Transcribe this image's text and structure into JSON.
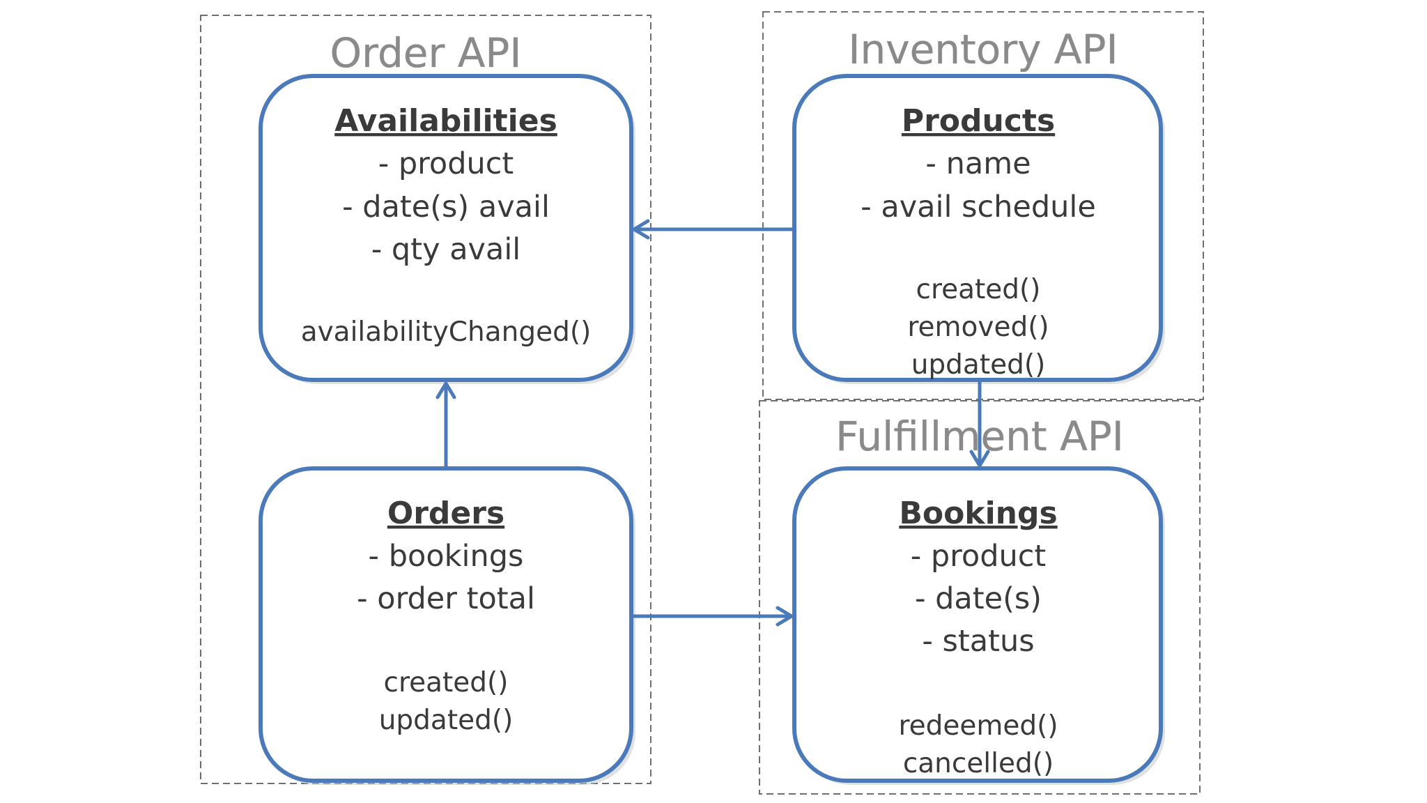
{
  "containers": {
    "order_api": {
      "title": "Order API"
    },
    "inventory_api": {
      "title": "Inventory API"
    },
    "fulfillment_api": {
      "title": "Fulfillment API"
    }
  },
  "entities": {
    "availabilities": {
      "title": "Availabilities",
      "fields": [
        "- product",
        "- date(s) avail",
        "- qty avail"
      ],
      "methods": [
        "availabilityChanged()"
      ]
    },
    "products": {
      "title": "Products",
      "fields": [
        "- name",
        "- avail schedule"
      ],
      "methods": [
        "created()",
        "removed()",
        "updated()"
      ]
    },
    "orders": {
      "title": "Orders",
      "fields": [
        "- bookings",
        "- order total"
      ],
      "methods": [
        "created()",
        "updated()"
      ]
    },
    "bookings": {
      "title": "Bookings",
      "fields": [
        "- product",
        "- date(s)",
        "- status"
      ],
      "methods": [
        "redeemed()",
        "cancelled()"
      ]
    }
  },
  "colors": {
    "box_stroke": "#4a7ab9",
    "arrow": "#4a7ab9",
    "container_dash": "#6f6f6f",
    "api_title": "#8a8a8a",
    "text": "#3a3a3a"
  }
}
